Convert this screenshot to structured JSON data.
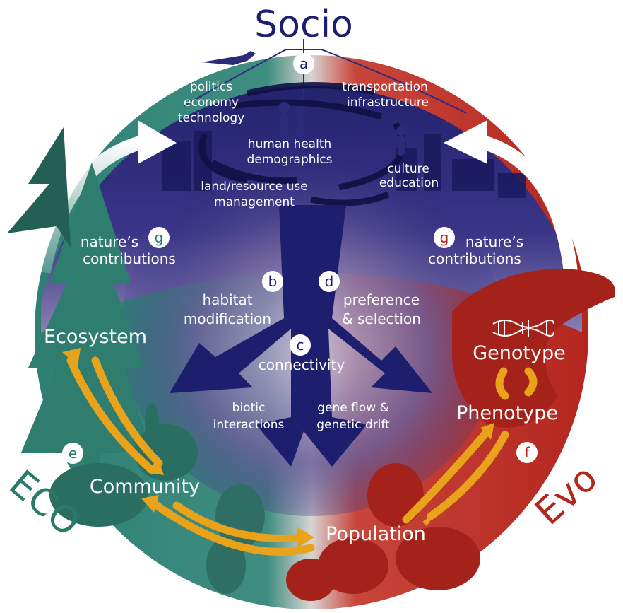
{
  "titles": {
    "socio": "Socio",
    "eco": "ECO",
    "evo": "Evo"
  },
  "badges": {
    "a": "a",
    "b": "b",
    "c": "c",
    "d": "d",
    "e": "e",
    "f": "f",
    "g_left": "g",
    "g_right": "g"
  },
  "socio_labels": {
    "politics": "politics",
    "economy": "economy",
    "technology": "technology",
    "transportation": "transportation",
    "infrastructure": "infrastructure",
    "human_health": "human health",
    "demographics": "demographics",
    "culture": "culture",
    "education": "education",
    "land_use": "land/resource use",
    "management": "management"
  },
  "arrow_labels": {
    "habitat_1": "habitat",
    "habitat_2": "modification",
    "preference_1": "preference",
    "preference_2": "& selection",
    "connectivity": "connectivity",
    "biotic_1": "biotic",
    "biotic_2": "interactions",
    "geneflow_1": "gene flow &",
    "geneflow_2": "genetic drift"
  },
  "contrib_left": {
    "line1": "nature’s",
    "line2": "contributions"
  },
  "contrib_right": {
    "line1": "nature’s",
    "line2": "contributions"
  },
  "nodes": {
    "ecosystem": "Ecosystem",
    "community": "Community",
    "population": "Population",
    "genotype": "Genotype",
    "phenotype": "Phenotype"
  },
  "colors": {
    "socio": "#1d1f6e",
    "socio_dark": "#0d0f4a",
    "eco": "#2a7a6c",
    "evo": "#b3261e",
    "accent_arrow": "#e8a31a",
    "white": "#ffffff"
  },
  "icons": {
    "dna": "dna-icon",
    "tree": "tree-silhouette",
    "bird": "bird-silhouette",
    "city": "city-skyline"
  }
}
